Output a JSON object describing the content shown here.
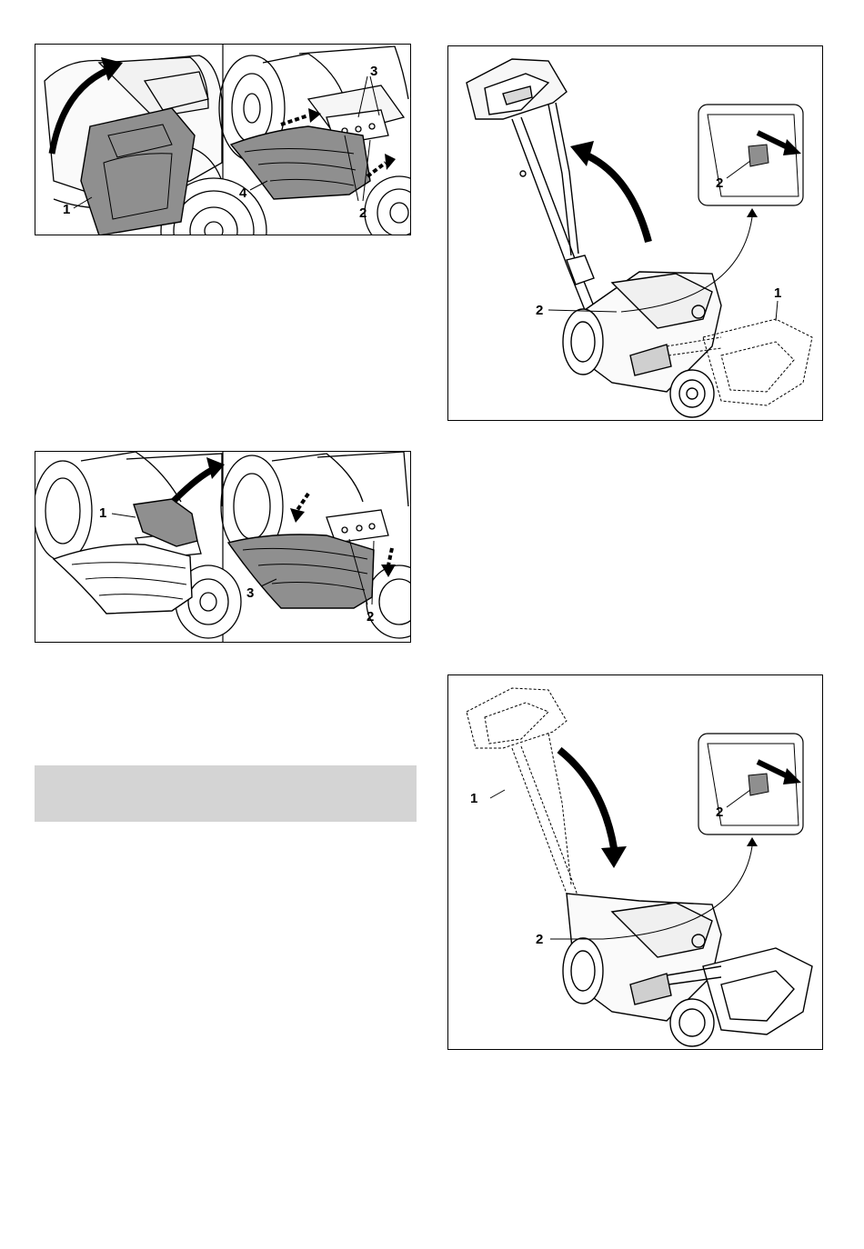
{
  "figure_top_left": {
    "left_panel": {
      "callouts": [
        "1"
      ]
    },
    "right_panel": {
      "callouts": [
        "3",
        "4",
        "2"
      ]
    }
  },
  "figure_mid_left": {
    "left_panel": {
      "callouts": [
        "1"
      ]
    },
    "right_panel": {
      "callouts": [
        "3",
        "2"
      ]
    }
  },
  "figure_top_right": {
    "callouts": [
      "2",
      "2",
      "1"
    ]
  },
  "figure_bottom_right": {
    "callouts": [
      "1",
      "2",
      "2"
    ]
  },
  "colors": {
    "bag_gray": "#8f8f8f",
    "line": "#000000",
    "note_bar": "#d4d4d4"
  }
}
